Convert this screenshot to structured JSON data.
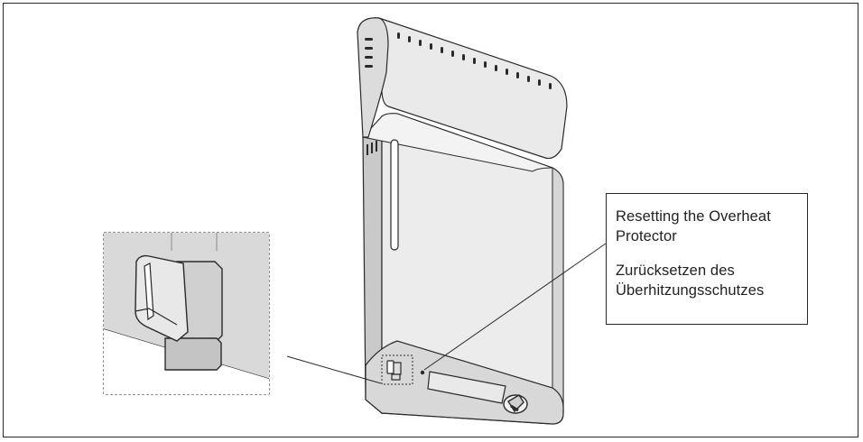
{
  "figure": {
    "callout": {
      "en_line1": "Resetting the Overheat",
      "en_line2": "Protector",
      "de_line1": "Zurücksetzen des",
      "de_line2": "Überhitzungsschutzes"
    },
    "colors": {
      "outline": "#2a2a2a",
      "body_fill": "#e6e6e6",
      "side_fill": "#c9c9c9",
      "front_fill": "#eeeeee",
      "detail_bg": "#d9d9d9"
    }
  }
}
